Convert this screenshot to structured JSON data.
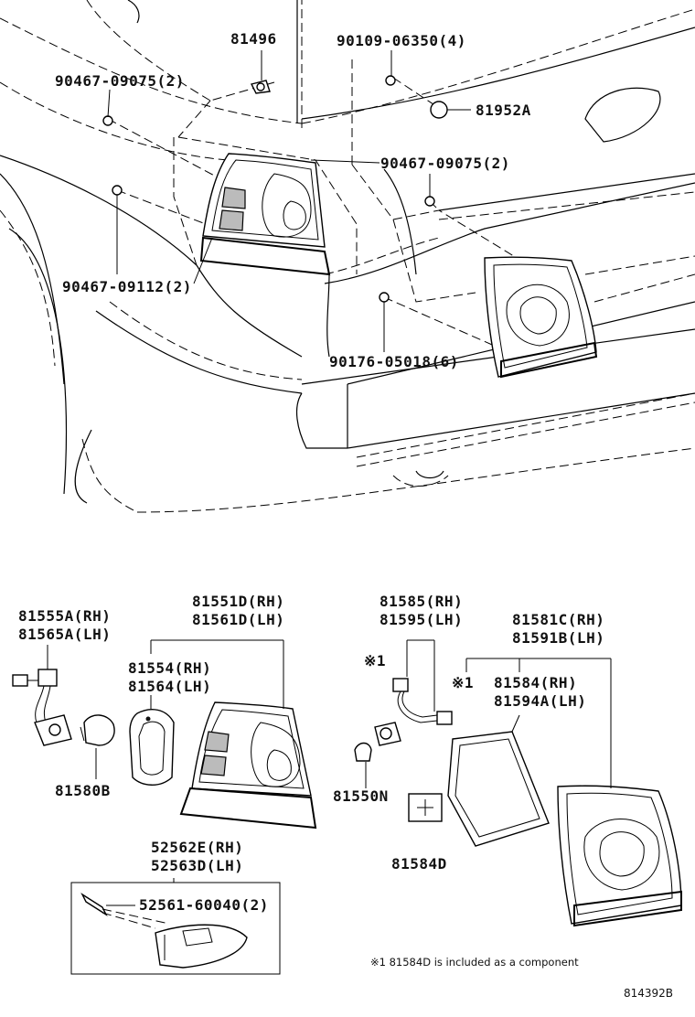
{
  "callouts": {
    "c1": "81496",
    "c2": "90109-06350(4)",
    "c3": "90467-09075(2)",
    "c4": "81952A",
    "c5": "90467-09075(2)",
    "c6": "90467-09112(2)",
    "c7": "90176-05018(6)",
    "c8a": "81555A(RH)",
    "c8b": "81565A(LH)",
    "c9a": "81551D(RH)",
    "c9b": "81561D(LH)",
    "c10a": "81554(RH)",
    "c10b": "81564(LH)",
    "c11": "81580B",
    "c12a": "52562E(RH)",
    "c12b": "52563D(LH)",
    "c13": "52561-60040(2)",
    "c14a": "81585(RH)",
    "c14b": "81595(LH)",
    "c15a": "81581C(RH)",
    "c15b": "81591B(LH)",
    "c16a": "81584(RH)",
    "c16b": "81594A(LH)",
    "c17": "81550N",
    "c18": "81584D",
    "mark1": "※1",
    "mark2": "※1"
  },
  "footnote": "※1 81584D is included as a component",
  "diagram_code": "814392B"
}
